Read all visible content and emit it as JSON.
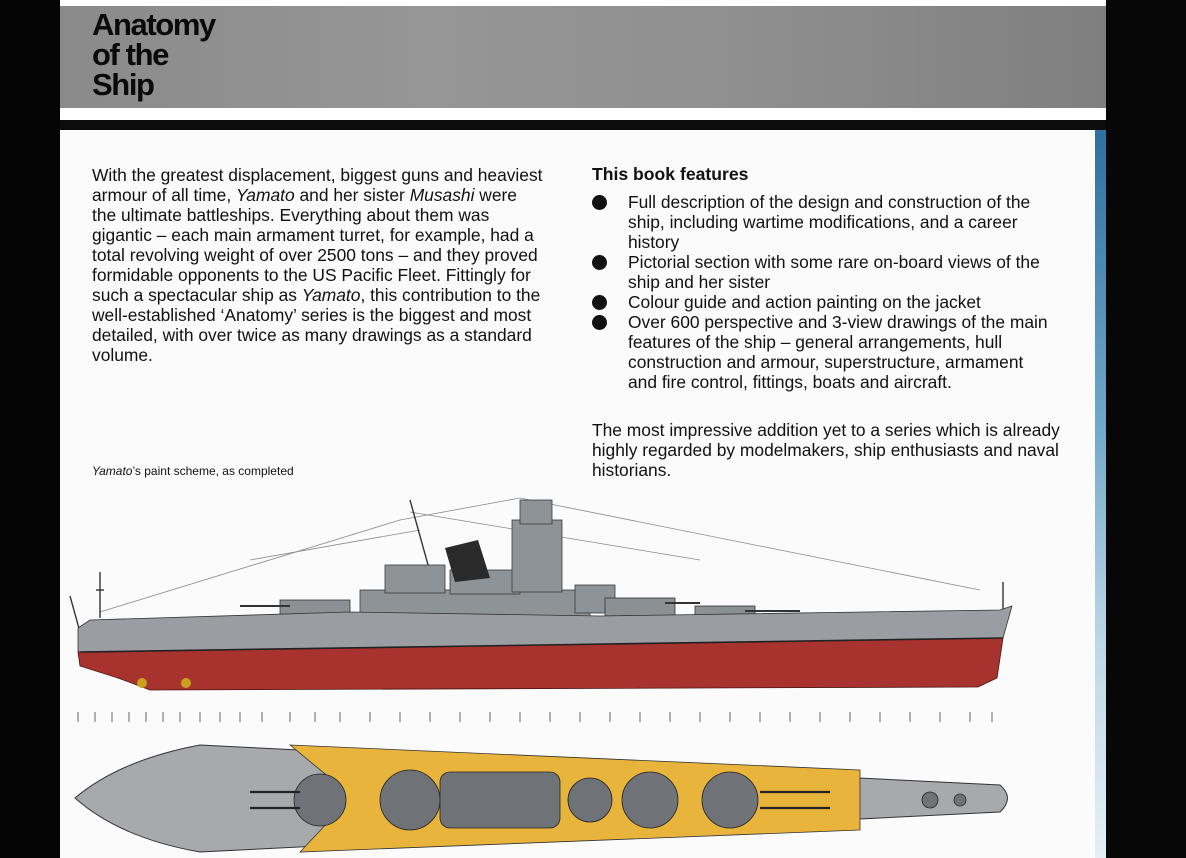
{
  "header": {
    "title_lines": [
      "Anatomy",
      "of the",
      "Ship"
    ]
  },
  "intro": {
    "segments": [
      {
        "text": "With the greatest displacement, biggest guns and heaviest armour of all time, ",
        "italic": false
      },
      {
        "text": "Yamato",
        "italic": true
      },
      {
        "text": " and her sister ",
        "italic": false
      },
      {
        "text": "Musashi",
        "italic": true
      },
      {
        "text": " were the ultimate battleships. Everything about them was gigantic – each main armament turret, for example, had a total revolving weight of over 2500 tons – and they proved formidable opponents to the US Pacific Fleet. Fittingly for such a spectacular ship as ",
        "italic": false
      },
      {
        "text": "Yamato",
        "italic": true
      },
      {
        "text": ", this contribution to the well-established ‘Anatomy’ series is the biggest and most detailed, with over twice as many drawings as a standard volume.",
        "italic": false
      }
    ]
  },
  "features": {
    "heading": "This book features",
    "items": [
      "Full description of the design and construction of the ship, including wartime modifications, and a career history",
      "Pictorial section with some rare on-board views of the ship and her sister",
      "Colour guide and action painting on the jacket",
      "Over 600 perspective and 3-view drawings of the main features of the ship – general arrangements, hull construction and armour, superstructure, armament and fire control, fittings, boats and aircraft."
    ],
    "closing": "The most impressive addition yet to a series which is already highly regarded by modelmakers, ship enthusiasts and naval historians."
  },
  "caption": {
    "italic_part": "Yamato",
    "rest": "’s paint scheme, as completed"
  },
  "colors": {
    "header_grey": "#8f8f8f",
    "hull_grey": "#9a9ea3",
    "hull_red": "#a8322e",
    "deck_yellow": "#e8b43c",
    "deck_grey": "#a7a9ac"
  }
}
